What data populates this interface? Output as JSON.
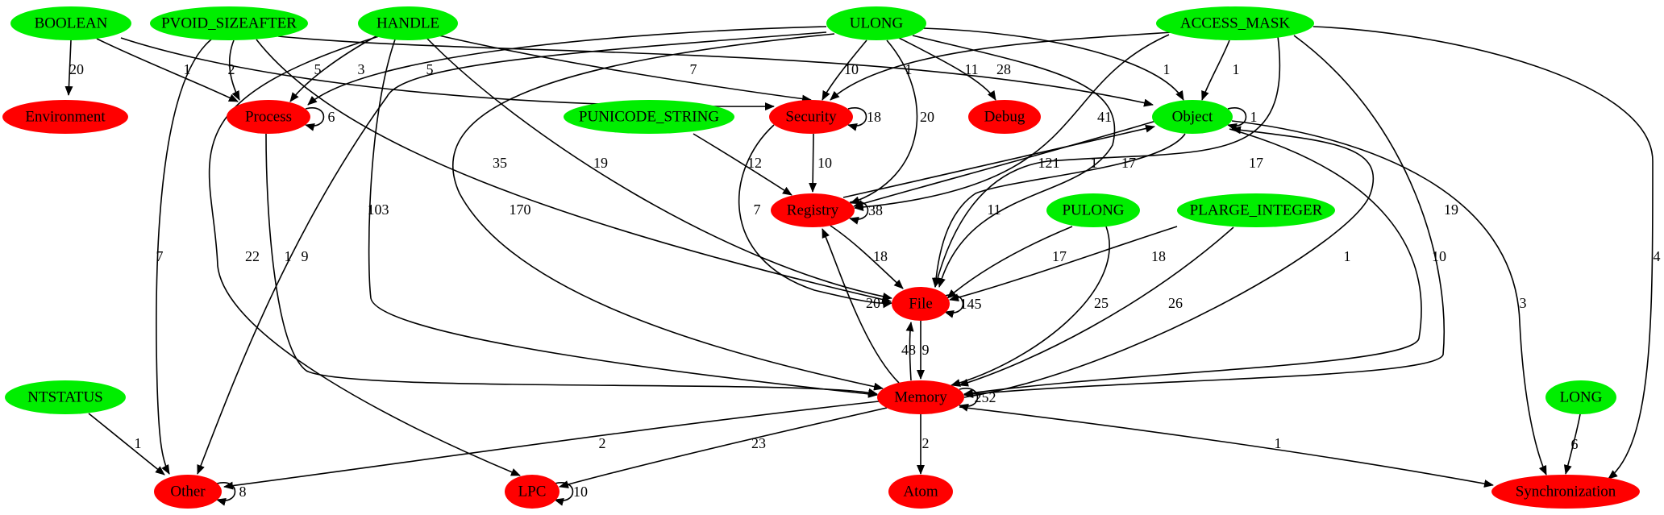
{
  "colors": {
    "type_node": "#00ee00",
    "category_node": "#ff0000",
    "edge": "#000000",
    "background": "#ffffff"
  },
  "nodes": {
    "boolean": {
      "label": "BOOLEAN",
      "kind": "type"
    },
    "pvoid_sizeafter": {
      "label": "PVOID_SIZEAFTER",
      "kind": "type"
    },
    "handle": {
      "label": "HANDLE",
      "kind": "type"
    },
    "ulong": {
      "label": "ULONG",
      "kind": "type"
    },
    "access_mask": {
      "label": "ACCESS_MASK",
      "kind": "type"
    },
    "environment": {
      "label": "Environment",
      "kind": "category"
    },
    "process": {
      "label": "Process",
      "kind": "category"
    },
    "punicode_string": {
      "label": "PUNICODE_STRING",
      "kind": "type"
    },
    "security": {
      "label": "Security",
      "kind": "category"
    },
    "debug": {
      "label": "Debug",
      "kind": "category"
    },
    "object": {
      "label": "Object",
      "kind": "type"
    },
    "registry": {
      "label": "Registry",
      "kind": "category"
    },
    "pulong": {
      "label": "PULONG",
      "kind": "type"
    },
    "plarge_integer": {
      "label": "PLARGE_INTEGER",
      "kind": "type"
    },
    "file": {
      "label": "File",
      "kind": "category"
    },
    "ntstatus": {
      "label": "NTSTATUS",
      "kind": "type"
    },
    "memory": {
      "label": "Memory",
      "kind": "category"
    },
    "long": {
      "label": "LONG",
      "kind": "type"
    },
    "other": {
      "label": "Other",
      "kind": "category"
    },
    "lpc": {
      "label": "LPC",
      "kind": "category"
    },
    "atom": {
      "label": "Atom",
      "kind": "category"
    },
    "synchronization": {
      "label": "Synchronization",
      "kind": "category"
    }
  },
  "edges": [
    {
      "from": "BOOLEAN",
      "to": "Environment",
      "label": "20"
    },
    {
      "from": "BOOLEAN",
      "to": "Process",
      "label": "1"
    },
    {
      "from": "BOOLEAN",
      "to": "Security",
      "label": "3"
    },
    {
      "from": "PVOID_SIZEAFTER",
      "to": "Process",
      "label": "2"
    },
    {
      "from": "PVOID_SIZEAFTER",
      "to": "Other",
      "label": "7"
    },
    {
      "from": "PVOID_SIZEAFTER",
      "to": "Object",
      "label": "1"
    },
    {
      "from": "PVOID_SIZEAFTER",
      "to": "File",
      "label": "35"
    },
    {
      "from": "HANDLE",
      "to": "Process",
      "label": "5"
    },
    {
      "from": "HANDLE",
      "to": "Security",
      "label": "7"
    },
    {
      "from": "HANDLE",
      "to": "File",
      "label": "19"
    },
    {
      "from": "HANDLE",
      "to": "Memory",
      "label": "103"
    },
    {
      "from": "HANDLE",
      "to": "LPC",
      "label": "22"
    },
    {
      "from": "ULONG",
      "to": "Process",
      "label": "5"
    },
    {
      "from": "ULONG",
      "to": "Security",
      "label": "10"
    },
    {
      "from": "ULONG",
      "to": "Debug",
      "label": "28"
    },
    {
      "from": "ULONG",
      "to": "Object",
      "label": "1"
    },
    {
      "from": "ULONG",
      "to": "Registry",
      "label": "20"
    },
    {
      "from": "ULONG",
      "to": "File",
      "label": "121"
    },
    {
      "from": "ULONG",
      "to": "Memory",
      "label": "170"
    },
    {
      "from": "ULONG",
      "to": "Other",
      "label": "9"
    },
    {
      "from": "ACCESS_MASK",
      "to": "Security",
      "label": "11"
    },
    {
      "from": "ACCESS_MASK",
      "to": "Object",
      "label": "1"
    },
    {
      "from": "ACCESS_MASK",
      "to": "Registry",
      "label": "41"
    },
    {
      "from": "ACCESS_MASK",
      "to": "File",
      "label": "17"
    },
    {
      "from": "ACCESS_MASK",
      "to": "Memory",
      "label": "19"
    },
    {
      "from": "ACCESS_MASK",
      "to": "Synchronization",
      "label": "4"
    },
    {
      "from": "Process",
      "to": "Process",
      "label": "6"
    },
    {
      "from": "Process",
      "to": "Memory",
      "label": "1"
    },
    {
      "from": "Security",
      "to": "Security",
      "label": "18"
    },
    {
      "from": "Security",
      "to": "Registry",
      "label": "10"
    },
    {
      "from": "Security",
      "to": "File",
      "label": "7"
    },
    {
      "from": "PUNICODE_STRING",
      "to": "Registry",
      "label": "12"
    },
    {
      "from": "Object",
      "to": "Object",
      "label": "1"
    },
    {
      "from": "Object",
      "to": "Registry",
      "label": "1"
    },
    {
      "from": "Registry",
      "to": "Object",
      "label": "17"
    },
    {
      "from": "Object",
      "to": "File",
      "label": "11"
    },
    {
      "from": "Object",
      "to": "Memory",
      "label": "10"
    },
    {
      "from": "Object",
      "to": "Synchronization",
      "label": "3"
    },
    {
      "from": "Registry",
      "to": "Registry",
      "label": "38"
    },
    {
      "from": "Registry",
      "to": "File",
      "label": "18"
    },
    {
      "from": "PULONG",
      "to": "File",
      "label": "17"
    },
    {
      "from": "PULONG",
      "to": "Memory",
      "label": "25"
    },
    {
      "from": "PLARGE_INTEGER",
      "to": "File",
      "label": "18"
    },
    {
      "from": "PLARGE_INTEGER",
      "to": "Memory",
      "label": "26"
    },
    {
      "from": "File",
      "to": "File",
      "label": "145"
    },
    {
      "from": "File",
      "to": "Memory",
      "label": "9"
    },
    {
      "from": "Memory",
      "to": "File",
      "label": "48"
    },
    {
      "from": "Memory",
      "to": "Registry",
      "label": "20"
    },
    {
      "from": "Memory",
      "to": "Object",
      "label": "1"
    },
    {
      "from": "Memory",
      "to": "Memory",
      "label": "252"
    },
    {
      "from": "Memory",
      "to": "Other",
      "label": "2"
    },
    {
      "from": "Memory",
      "to": "LPC",
      "label": "23"
    },
    {
      "from": "Memory",
      "to": "Atom",
      "label": "2"
    },
    {
      "from": "Memory",
      "to": "Synchronization",
      "label": "1"
    },
    {
      "from": "NTSTATUS",
      "to": "Other",
      "label": "1"
    },
    {
      "from": "LONG",
      "to": "Synchronization",
      "label": "6"
    },
    {
      "from": "Other",
      "to": "Other",
      "label": "8"
    },
    {
      "from": "LPC",
      "to": "LPC",
      "label": "10"
    }
  ]
}
